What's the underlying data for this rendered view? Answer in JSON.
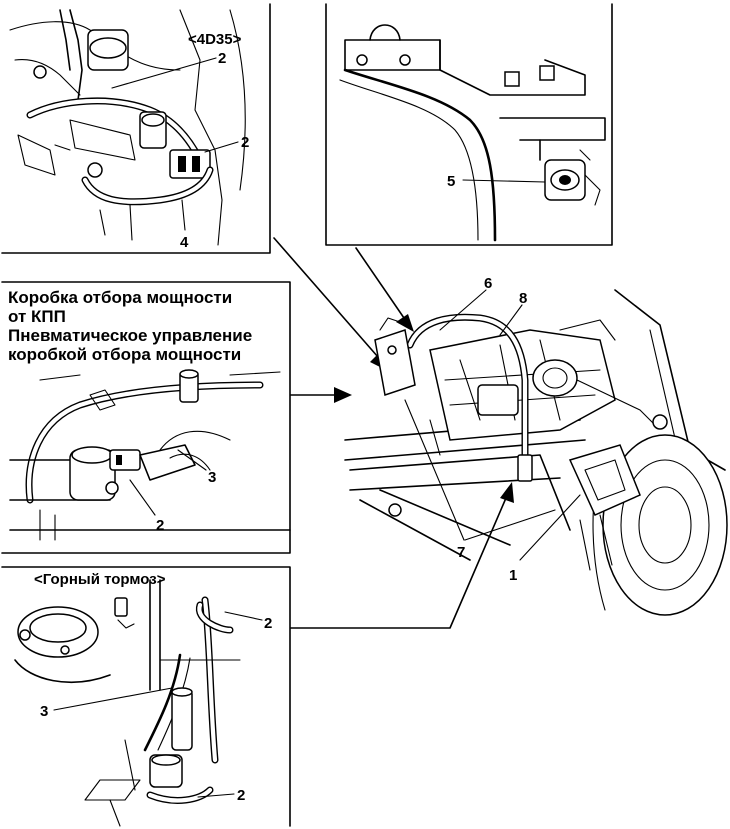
{
  "panels": {
    "engine_4d35": {
      "variant_label": "<4D35>",
      "callouts": [
        "2",
        "2",
        "4"
      ]
    },
    "bracket_detail": {
      "callouts": [
        "5"
      ]
    },
    "pto": {
      "title_line1": "Коробка отбора мощности",
      "title_line2": "от КПП",
      "title_line3": "Пневматическое управление",
      "title_line4": "коробкой отбора мощности",
      "callouts": [
        "3",
        "2"
      ]
    },
    "mountain_brake": {
      "variant_label": "<Горный тормоз>",
      "callouts": [
        "2",
        "3",
        "2"
      ]
    },
    "main_view": {
      "callouts": [
        "6",
        "8",
        "7",
        "1"
      ]
    }
  }
}
